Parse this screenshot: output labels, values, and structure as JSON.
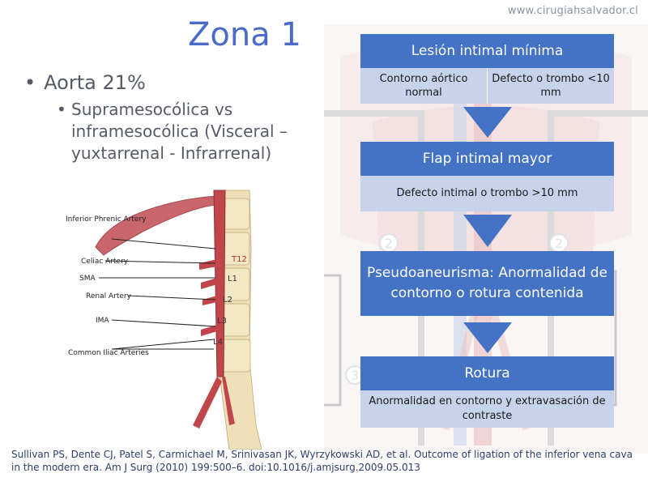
{
  "header": {
    "url": "www.cirugiahsalvador.cl",
    "title": "Zona 1"
  },
  "bullets": {
    "level1": "Aorta 21%",
    "level2": "Supramesocólica vs inframesocólica (Visceral – yuxtarrenal - Infrarrenal)"
  },
  "figure": {
    "labels": [
      "Inferior Phrenic Artery",
      "Celiac Artery",
      "SMA",
      "Renal Artery",
      "IMA",
      "Common Iliac Arteries"
    ],
    "vertebrae": [
      "T12",
      "L1",
      "L2",
      "L3",
      "L4"
    ]
  },
  "flowchart": {
    "box1": {
      "title": "Lesión intimal mínima",
      "left": "Contorno aórtico normal",
      "right": "Defecto o trombo <10 mm"
    },
    "box2": {
      "title": "Flap intimal mayor",
      "detail": "Defecto intimal o trombo >10 mm"
    },
    "box3": {
      "title": "Pseudoaneurisma:  Anormalidad de contorno o rotura contenida"
    },
    "box4": {
      "title": "Rotura",
      "detail": "Anormalidad en contorno y extravasación de contraste"
    }
  },
  "background_markers": [
    "2",
    "2",
    "3"
  ],
  "reference": "Sullivan PS, Dente CJ, Patel S, Carmichael M, Srinivasan JK, Wyrzykowski AD, et al. Outcome of ligation of the inferior vena cava in the modern era. Am J Surg (2010) 199:500–6. doi:10.1016/j.amjsurg.2009.05.013",
  "colors": {
    "accent": "#4472c4",
    "box_light": "#c7d3ea",
    "title_blue": "#4a6cc8",
    "artery_red": "#c0464b",
    "bone": "#efe0b8"
  }
}
